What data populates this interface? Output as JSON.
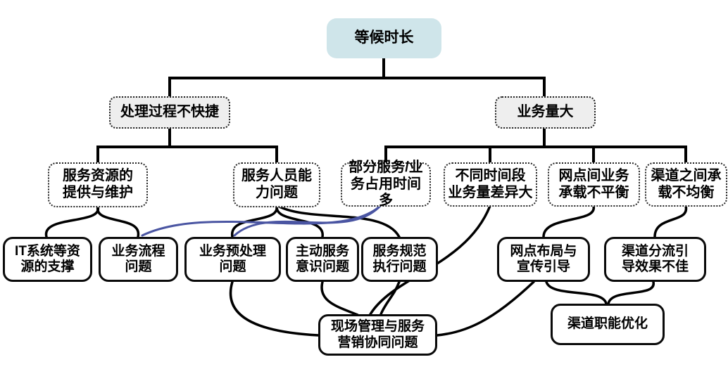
{
  "diagram": {
    "title": "等候时长 cause analysis tree",
    "colors": {
      "root_fill": "#cfe5ea",
      "level2_fill": "#eeeeee",
      "box_border": "#000000",
      "line": "#000000",
      "cross_link": "#4a55a2"
    },
    "nodes": {
      "root": {
        "label": "等候时长"
      },
      "process_slow": {
        "label": "处理过程不快捷"
      },
      "volume_large": {
        "label": "业务量大"
      },
      "service_resource": {
        "label": "服务资源的\n提供与维护"
      },
      "staff_ability": {
        "label": "服务人员能\n力问题"
      },
      "partial_service_time": {
        "label": "部分服务/业\n务占用时间多"
      },
      "time_variation": {
        "label": "不同时间段\n业务量差异大"
      },
      "branch_imbalance": {
        "label": "网点间业务\n承载不平衡"
      },
      "channel_imbalance": {
        "label": "渠道之间承\n载不均衡"
      },
      "it_support": {
        "label": "IT系统等资\n源的支撑"
      },
      "process_issue": {
        "label": "业务流程\n问题"
      },
      "preprocess_issue": {
        "label": "业务预处理\n问题"
      },
      "proactive_awareness": {
        "label": "主动服务\n意识问题"
      },
      "standard_execution": {
        "label": "服务规范\n执行问题"
      },
      "layout_guidance": {
        "label": "网点布局与\n宣传引导"
      },
      "channel_diversion": {
        "label": "渠道分流引\n导效果不佳"
      },
      "onsite_management": {
        "label": "现场管理与服务\n营销协同问题"
      },
      "channel_function": {
        "label": "渠道职能优化"
      }
    }
  }
}
